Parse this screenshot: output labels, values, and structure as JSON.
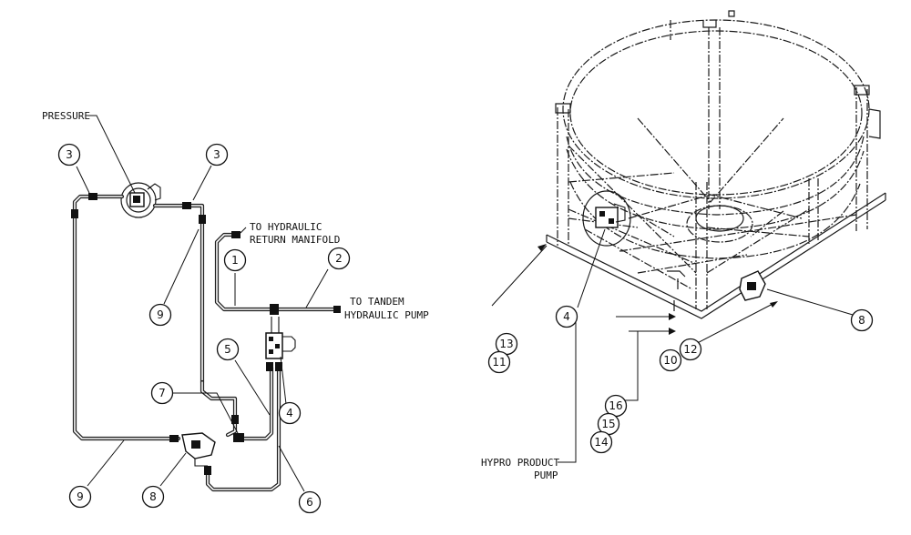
{
  "labels": {
    "pressure": "PRESSURE",
    "return_line1": "TO HYDRAULIC",
    "return_line2": "RETURN MANIFOLD",
    "tandem_line1": "TO TANDEM",
    "tandem_line2": "HYDRAULIC PUMP",
    "hypro_line1": "HYPRO PRODUCT",
    "hypro_line2": "PUMP"
  },
  "callouts": {
    "left_hose_1": "1",
    "left_hose_2": "2",
    "left_fitting_3a": "3",
    "left_fitting_3b": "3",
    "left_valve_4": "4",
    "left_hose_5": "5",
    "left_hose_6": "6",
    "left_fitting_7": "7",
    "left_pump_8": "8",
    "left_hose_9a": "9",
    "left_hose_9b": "9",
    "right_valve_4": "4",
    "right_pump_8": "8",
    "right_10": "10",
    "right_11": "11",
    "right_12": "12",
    "right_13": "13",
    "right_14": "14",
    "right_15": "15",
    "right_16": "16"
  }
}
